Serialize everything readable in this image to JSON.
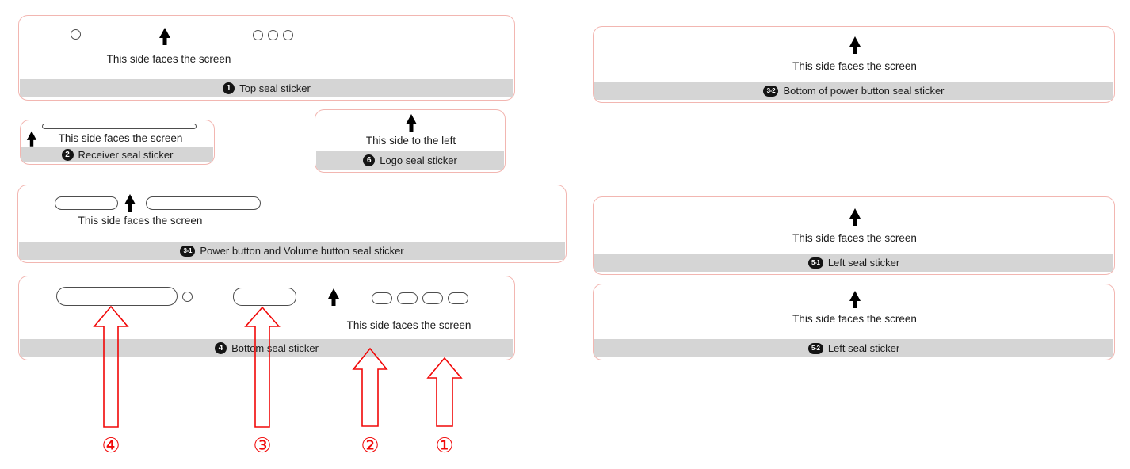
{
  "panels": {
    "top_seal": {
      "badge": "1",
      "label": "Top seal sticker",
      "note": "This side faces the screen"
    },
    "receiver_seal": {
      "badge": "2",
      "label": "Receiver seal sticker",
      "note": "This side faces the screen"
    },
    "logo_seal": {
      "badge": "6",
      "label": "Logo seal sticker",
      "note": "This side to the left"
    },
    "power_volume_seal": {
      "badge": "3-1",
      "label": "Power button and Volume button seal sticker",
      "note": "This side faces the screen"
    },
    "bottom_seal": {
      "badge": "4",
      "label": "Bottom seal sticker",
      "note": "This side faces the screen"
    },
    "bottom_power_seal": {
      "badge": "3-2",
      "label": "Bottom of power button seal sticker",
      "note": "This side faces the screen"
    },
    "left_seal_1": {
      "badge": "5-1",
      "label": "Left seal sticker",
      "note": "This side faces the screen"
    },
    "left_seal_2": {
      "badge": "5-2",
      "label": "Left seal sticker",
      "note": "This side faces the screen"
    }
  },
  "callouts": {
    "c1": "①",
    "c2": "②",
    "c3": "③",
    "c4": "④"
  },
  "colors": {
    "panel_border": "#f2b6b1",
    "label_bar_bg": "#d5d5d5",
    "badge_bg": "#141414",
    "badge_text": "#ffffff",
    "callout_red": "#f10808",
    "shape_outline": "#4d4d4d",
    "text": "#1c1c1c"
  }
}
